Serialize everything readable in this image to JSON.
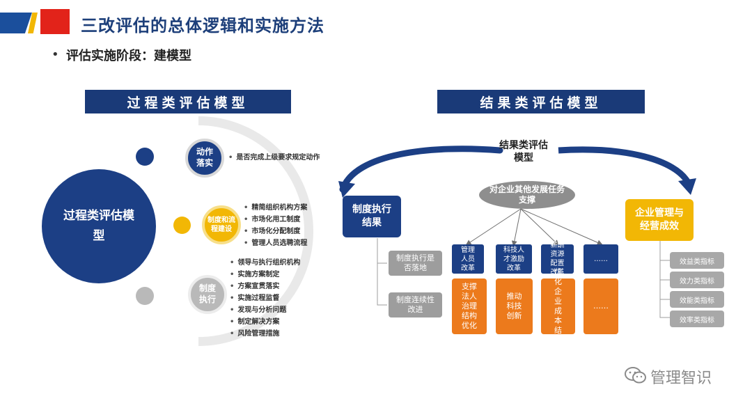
{
  "header": {
    "title": "三改评估的总体逻辑和实施方法",
    "bullet": "•",
    "stage": "评估实施阶段：建模型"
  },
  "left": {
    "banner": "过程类评估模型",
    "center": "过程类评估模型",
    "nodes": {
      "action": "动作落实",
      "system": "制度和流程建设",
      "exec": "制度执行"
    },
    "lists": {
      "action": [
        "是否完成上级要求规定动作"
      ],
      "system": [
        "精简组织机构方案",
        "市场化用工制度",
        "市场化分配制度",
        "管理人员选聘流程"
      ],
      "exec": [
        "领导与执行组织机构",
        "实施方案制定",
        "方案宣贯落实",
        "实施过程监督",
        "发现与分析问题",
        "制定解决方案",
        "风险管理措施"
      ]
    }
  },
  "right": {
    "banner": "结果类评估模型",
    "top_label": "结果类评估模型",
    "ellipse": "对企业其他发展任务支撑",
    "exec_box": "制度执行结果",
    "outcome_box": "企业管理与经营成效",
    "exec_children": [
      "制度执行是否落地",
      "制度连续性改进"
    ],
    "reforms": [
      {
        "name": "管理人员改革",
        "effect": "支撑法人治理结构优化"
      },
      {
        "name": "科技人才激励改革",
        "effect": "推动科技创新"
      },
      {
        "name": "薪酬资源配置改革",
        "effect": "优化企业成本结构"
      },
      {
        "name": "……",
        "effect": "……"
      }
    ],
    "indicators": [
      "效益类指标",
      "效力类指标",
      "效能类指标",
      "效率类指标"
    ]
  },
  "colors": {
    "navy": "#1c3f85",
    "banner": "#1a3a78",
    "yellow": "#f2b705",
    "orange": "#ec7a1c",
    "gray": "#9d9d9d",
    "red": "#e2231a"
  },
  "watermark": {
    "icon": "wechat-icon",
    "text": "管理智识"
  }
}
